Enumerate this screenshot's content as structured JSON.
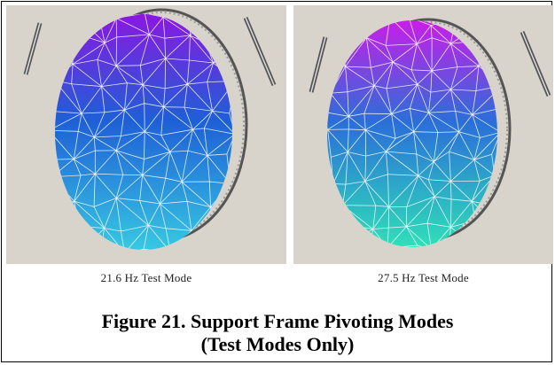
{
  "figure": {
    "title_line1": "Figure 21. Support Frame Pivoting Modes",
    "title_line2": "(Test Modes Only)"
  },
  "panels": [
    {
      "caption": "21.6 Hz Test Mode",
      "colors": {
        "top": "#8a18e0",
        "mid": "#1e5fd6",
        "bottom": "#37c8e2"
      }
    },
    {
      "caption": "27.5 Hz Test Mode",
      "colors": {
        "top": "#c81ee8",
        "mid": "#2a6fd8",
        "bottom": "#2fe0b8"
      }
    }
  ],
  "colors": {
    "background": "#d8d4cc",
    "frame": "#555555",
    "mesh_line": "#ffffff"
  }
}
